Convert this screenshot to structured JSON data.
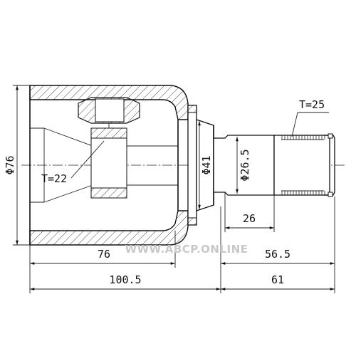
{
  "dimensions": {
    "outer_diameter": "Φ76",
    "flange_diameter": "Φ41",
    "shaft_diameter": "Φ26.5",
    "teeth_inner": "T=22",
    "teeth_shaft": "T=25",
    "shaft_length": "26",
    "housing_length": "76",
    "stem_length": "56.5",
    "total_left": "100.5",
    "total_right": "61"
  },
  "watermark": "WWW.ABCP.ONLINE"
}
